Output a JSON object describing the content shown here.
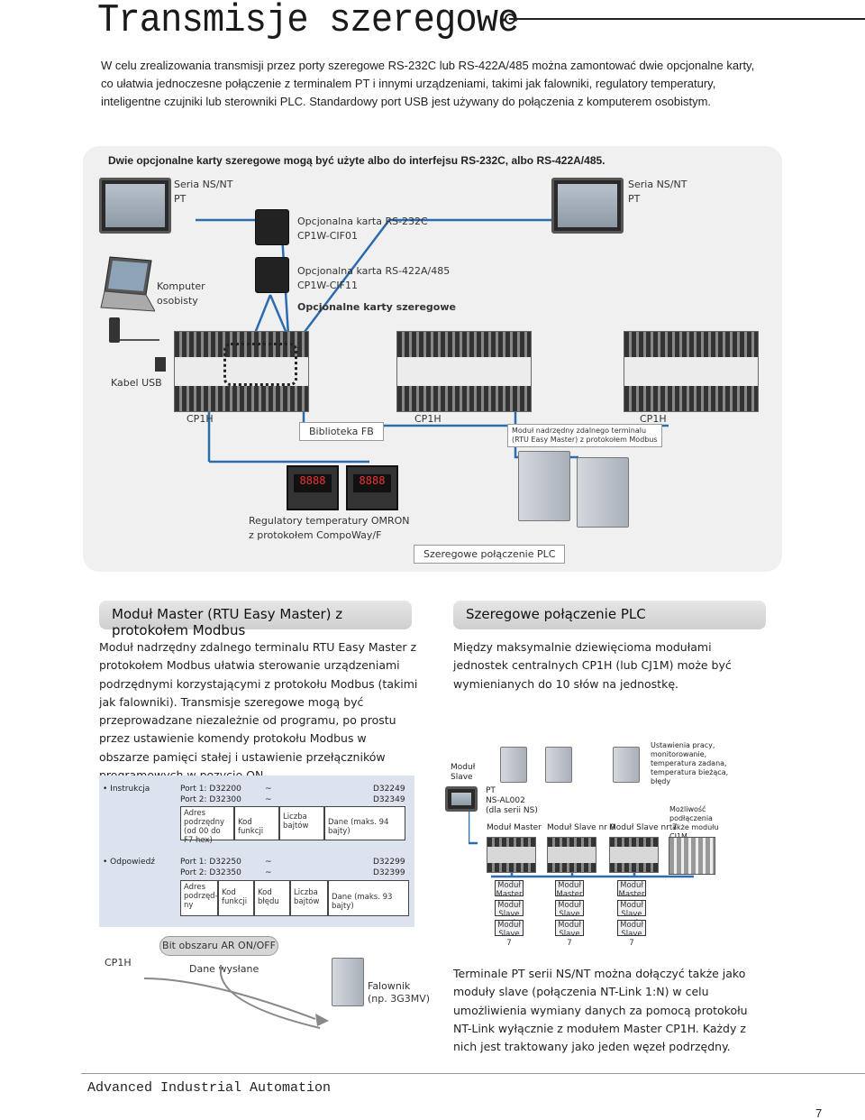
{
  "page": {
    "title": "Transmisje szeregowe",
    "intro": "W celu zrealizowania transmisji przez porty szeregowe RS-232C lub RS-422A/485 można zamontować dwie opcjonalne karty, co ułatwia jednoczesne połączenie z terminalem PT i innymi urządzeniami, takimi jak falowniki, regulatory temperatury, inteligentne czujniki lub sterowniki PLC. Standardowy port USB jest używany do połączenia z komputerem osobistym.",
    "footer": "Advanced Industrial Automation",
    "page_number": "7"
  },
  "diagram": {
    "heading": "Dwie opcjonalne karty szeregowe mogą być użyte albo do interfejsu RS-232C, albo RS-422A/485.",
    "pt_left_line1": "Seria NS/NT",
    "pt_left_line2": "PT",
    "pt_right_line1": "Seria NS/NT",
    "pt_right_line2": "PT",
    "card1_line1": "Opcjonalna karta RS-232C",
    "card1_line2": "CP1W-CIF01",
    "card2_line1": "Opcjonalna karta RS-422A/485",
    "card2_line2": "CP1W-CIF11",
    "cards_caption": "Opcjonalne karty szeregowe",
    "pc_line1": "Komputer",
    "pc_line2": "osobisty",
    "usb_cable": "Kabel USB",
    "cp1h_1": "CP1H",
    "cp1h_2": "CP1H",
    "cp1h_3": "CP1H",
    "fb_library": "Biblioteka FB",
    "modbus_master_line1": "Moduł nadrzędny zdalnego terminalu",
    "modbus_master_line2": "(RTU Easy Master) z protokołem Modbus",
    "controllers_line1": "Regulatory temperatury OMRON",
    "controllers_line2": "z protokołem CompoWay/F",
    "plc_link": "Szeregowe połączenie PLC",
    "ctrl_display_1": "8888",
    "ctrl_display_2": "8888"
  },
  "left": {
    "heading": "Moduł Master (RTU Easy Master) z protokołem Modbus",
    "body": "Moduł nadrzędny zdalnego terminalu RTU Easy Master z protokołem Modbus ułatwia sterowanie urządzeniami podrzędnymi korzystającymi z protokołu Modbus (takimi jak falowniki). Transmisje szeregowe mogą być przeprowadzane niezależnie od programu, po prostu przez ustawienie komendy protokołu Modbus w obszarze pamięci stałej i ustawienie przełączników programowych w pozycję ON.",
    "instr_label": "• Instrukcja",
    "instr_port1": "Port 1: D32200",
    "instr_port1_end": "D32249",
    "instr_port2": "Port 2: D32300",
    "instr_port2_end": "D32349",
    "tilde": "~",
    "instr_c1": "Adres podrzędny (od 00 do F7 hex)",
    "instr_c2": "Kod funkcji",
    "instr_c3": "Liczba bajtów",
    "instr_c4": "Dane (maks. 94 bajty)",
    "resp_label": "• Odpowiedź",
    "resp_port1": "Port 1: D32250",
    "resp_port1_end": "D32299",
    "resp_port2": "Port 2: D32350",
    "resp_port2_end": "D32399",
    "resp_c1": "Adres podrzęd-ny",
    "resp_c2": "Kod funkcji",
    "resp_c3": "Kod błędu",
    "resp_c4": "Liczba bajtów",
    "resp_c5": "Dane (maks. 93 bajty)",
    "ar_bit": "Bit obszaru AR ON/OFF",
    "cp1h": "CP1H",
    "data_sent": "Dane wysłane",
    "inverter_line1": "Falownik",
    "inverter_line2": "(np. 3G3MV)"
  },
  "right": {
    "heading": "Szeregowe połączenie PLC",
    "body": "Między maksymalnie dziewięcioma modułami jednostek centralnych CP1H (lub CJ1M) może być wymienianych do 10 słów na jednostkę.",
    "modul_slave": "Moduł Slave",
    "pt_line1": "PT",
    "pt_line2": "NS-AL002",
    "pt_line3": "(dla serii NS)",
    "status_note": "Ustawienia pracy, monitorowanie, temperatura zadana, temperatura bieżąca, błędy",
    "cj1m_note": "Możliwość podłączenia także modułu CJ1M",
    "master": "Moduł Master",
    "slave0": "Moduł Slave nr 0",
    "slave7": "Moduł Slave nr 7",
    "b_master": "Moduł Master",
    "b_slave0": "Moduł Slave nr 0",
    "b_slave7": "Moduł Slave 7",
    "body2": "Terminale PT serii NS/NT można dołączyć także jako moduły slave (połączenia NT-Link 1:N) w celu umożliwienia wymiany danych za pomocą protokołu NT-Link wyłącznie z modułem Master CP1H. Każdy z nich jest traktowany jako jeden węzeł podrzędny."
  }
}
